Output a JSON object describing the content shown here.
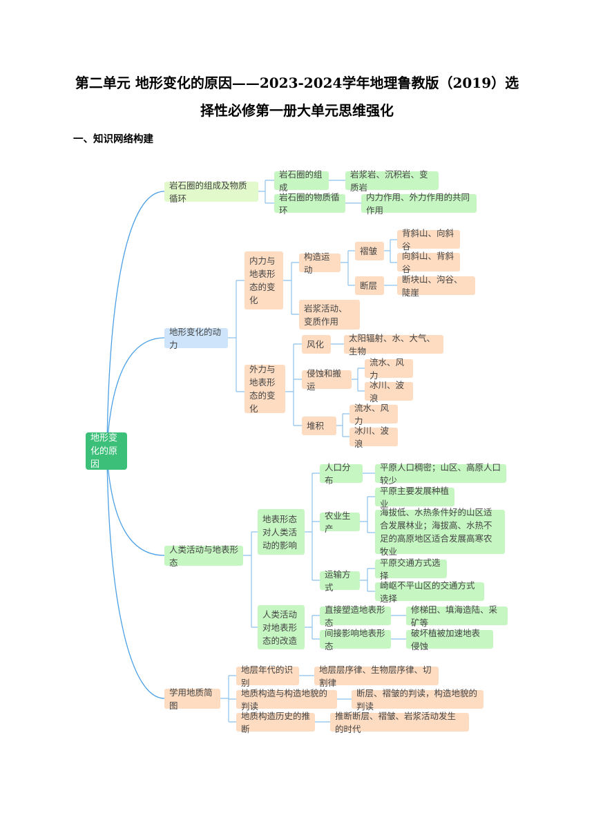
{
  "doc": {
    "title_line1": "第二单元 地形变化的原因——2023-2024学年地理鲁教版（2019）选",
    "title_line2": "择性必修第一册大单元思维强化",
    "section": "一、知识网络构建"
  },
  "mindmap": {
    "root": "地形变化的原因",
    "b1": {
      "label": "岩石圈的组成及物质循环",
      "c1": {
        "label": "岩石圈的组成",
        "d": "岩浆岩、沉积岩、变质岩"
      },
      "c2": {
        "label": "岩石圈的物质循环",
        "d": "内力作用、外力作用的共同作用"
      }
    },
    "b2": {
      "label": "地形变化的动力",
      "inner": {
        "label": "内力与地表形态的变化",
        "gz": {
          "label": "构造运动",
          "zz": {
            "label": "褶皱",
            "d1": "背斜山、向斜谷",
            "d2": "向斜山、背斜谷"
          },
          "dc": {
            "label": "断层",
            "d": "断块山、沟谷、陡崖"
          }
        },
        "yj": "岩浆活动、变质作用"
      },
      "outer": {
        "label": "外力与地表形态的变化",
        "fh": {
          "label": "风化",
          "d": "太阳辐射、水、大气、生物"
        },
        "qs": {
          "label": "侵蚀和搬运",
          "d1": "流水、风力",
          "d2": "冰川、波浪"
        },
        "dj": {
          "label": "堆积",
          "d1": "流水、风力",
          "d2": "冰川、波浪"
        }
      }
    },
    "b3": {
      "label": "人类活动与地表形态",
      "a": {
        "label": "地表形态对人类活动的影响",
        "rk": {
          "label": "人口分布",
          "d": "平原人口稠密；山区、高原人口较少"
        },
        "ny": {
          "label": "农业生产",
          "d1": "平原主要发展种植业",
          "d2": "海拔低、水热条件好的山区适合发展林业；海拔高、水热不足的高原地区适合发展高寒农牧业"
        },
        "ys": {
          "label": "运输方式",
          "d1": "平原交通方式选择",
          "d2": "崎岖不平山区的交通方式选择"
        }
      },
      "b": {
        "label": "人类活动对地表形态的改造",
        "zj": {
          "label": "直接塑造地表形态",
          "d": "修梯田、填海造陆、采矿等"
        },
        "jj": {
          "label": "间接影响地表形态",
          "d": "破坏植被加速地表侵蚀"
        }
      }
    },
    "b4": {
      "label": "学用地质简图",
      "c1": {
        "label": "地层年代的识别",
        "d": "地层层序律、生物层序律、切割律"
      },
      "c2": {
        "label": "地质构造与构造地貌的判读",
        "d": "断层、褶皱的判读，构造地貌的判读"
      },
      "c3": {
        "label": "地质构造历史的推断",
        "d": "推断断层、褶皱、岩浆活动发生的时代"
      }
    }
  }
}
